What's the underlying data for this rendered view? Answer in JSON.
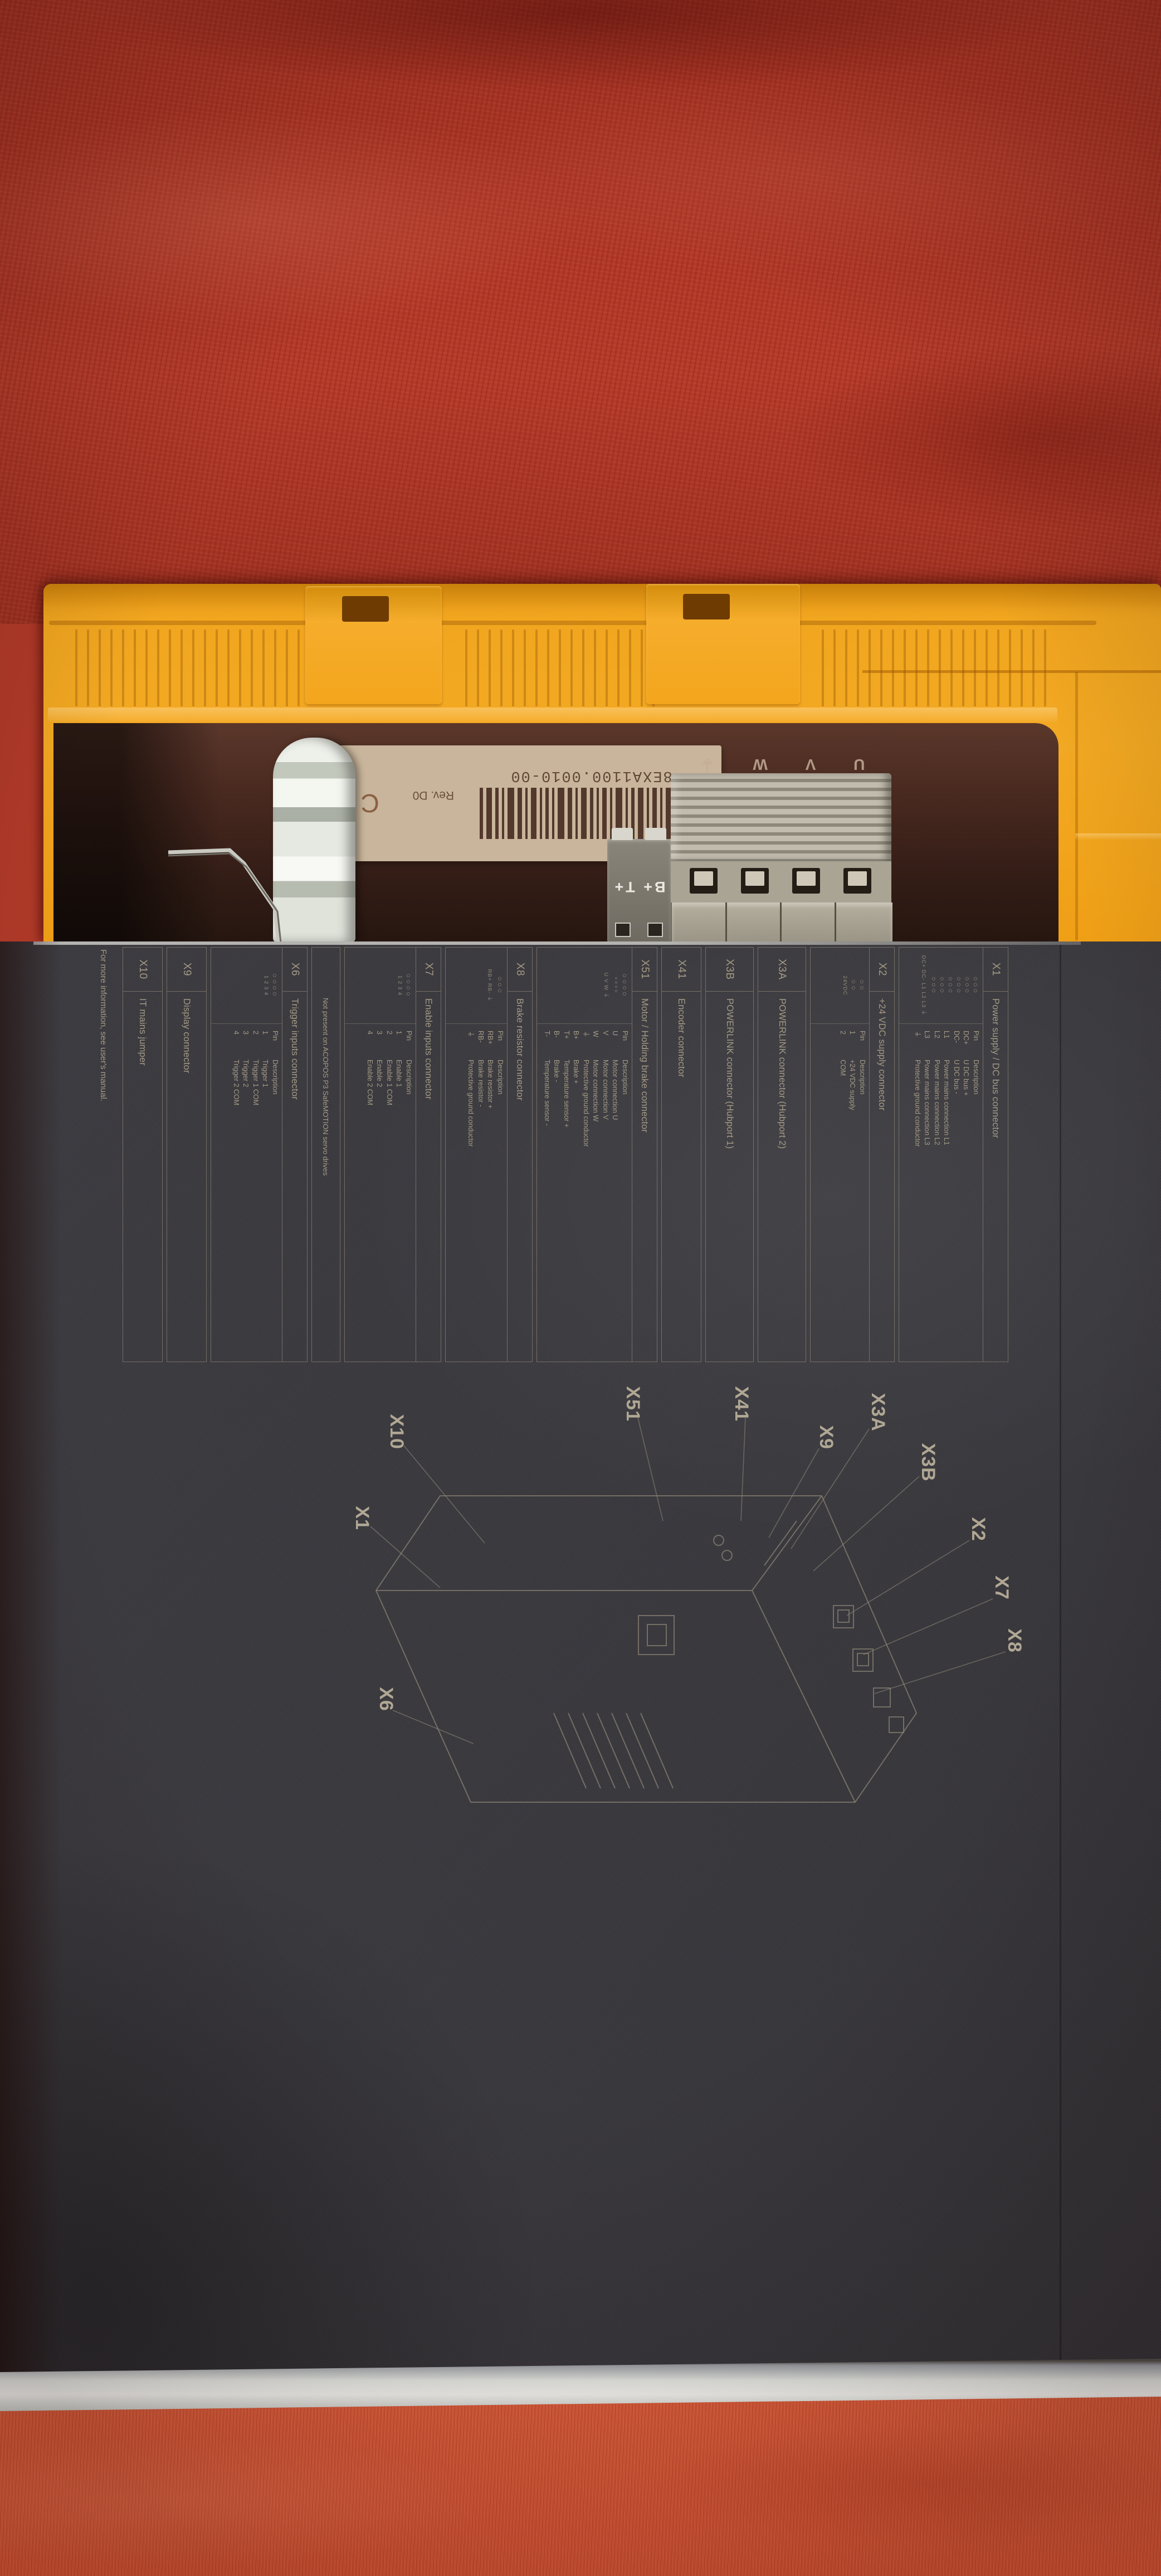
{
  "device": {
    "label": {
      "part_number": "8EXA1100.0010-00",
      "rev": "Rev. D0",
      "ce_mark": "CE"
    },
    "housing_print": "U V W ⏚",
    "brake_plug_print": "B+ T+"
  },
  "panel": {
    "pin_header": {
      "pin": "Pin",
      "desc": "Description"
    },
    "sections": [
      {
        "id": "X1",
        "title": "Power supply / DC bus connector",
        "ports": "○○○\n○○○\n○○○\n○○○\n○○○\n○○○",
        "diagram": "DC+ DC- L1 L2 L3 ⏚",
        "pins": [
          {
            "p": "DC+",
            "d": "U DC bus +"
          },
          {
            "p": "DC-",
            "d": "U DC bus -"
          },
          {
            "p": "L1",
            "d": "Power mains connection L1"
          },
          {
            "p": "L2",
            "d": "Power mains connection L2"
          },
          {
            "p": "L3",
            "d": "Power mains connection L3"
          },
          {
            "p": "⏚",
            "d": "Protective ground conductor"
          }
        ]
      },
      {
        "id": "X2",
        "title": "+24 VDC supply connector",
        "ports": "○○\n○○",
        "diagram": "24VDC",
        "pins": [
          {
            "p": "1",
            "d": "+24 VDC supply"
          },
          {
            "p": "2",
            "d": "COM"
          }
        ]
      },
      {
        "id": "X3A",
        "title": "POWERLINK connector (Hubport 2)"
      },
      {
        "id": "X3B",
        "title": "POWERLINK connector (Hubport 1)"
      },
      {
        "id": "X41",
        "title": "Encoder connector"
      },
      {
        "id": "X51",
        "title": "Motor / Holding brake connector",
        "ports": "○○○○\n▫▫▫▫",
        "diagram": "U V W ⏚",
        "pins": [
          {
            "p": "U",
            "d": "Motor connection U"
          },
          {
            "p": "V",
            "d": "Motor connection V"
          },
          {
            "p": "W",
            "d": "Motor connection W"
          },
          {
            "p": "⏚",
            "d": "Protective ground conductor"
          },
          {
            "p": "B+",
            "d": "Brake +"
          },
          {
            "p": "T+",
            "d": "Temperature sensor +"
          },
          {
            "p": "B-",
            "d": "Brake -"
          },
          {
            "p": "T-",
            "d": "Temperature sensor -"
          }
        ]
      },
      {
        "id": "X8",
        "title": "Brake resistor connector",
        "ports": "○○○",
        "diagram": "RB+ RB- ⏚",
        "pins": [
          {
            "p": "RB+",
            "d": "Brake resistor +"
          },
          {
            "p": "RB-",
            "d": "Brake resistor -"
          },
          {
            "p": "⏚",
            "d": "Protective ground conductor"
          }
        ]
      },
      {
        "id": "X7",
        "title": "Enable inputs connector",
        "ports": "○○○○",
        "diagram": "1 2 3 4",
        "pins": [
          {
            "p": "1",
            "d": "Enable 1"
          },
          {
            "p": "2",
            "d": "Enable 1 COM"
          },
          {
            "p": "3",
            "d": "Enable 2"
          },
          {
            "p": "4",
            "d": "Enable 2 COM"
          }
        ]
      },
      {
        "id": "X6",
        "title": "Trigger inputs connector",
        "ports": "○○○○",
        "diagram": "1 2 3 4",
        "pins": [
          {
            "p": "1",
            "d": "Trigger 1"
          },
          {
            "p": "2",
            "d": "Trigger 1 COM"
          },
          {
            "p": "3",
            "d": "Trigger 2"
          },
          {
            "p": "4",
            "d": "Trigger 2 COM"
          }
        ]
      },
      {
        "id": "X9",
        "title": "Display connector"
      },
      {
        "id": "X10",
        "title": "IT mains jumper"
      }
    ],
    "safemotion_note": "Not present on ACOPOS P3 SafeMOTION servo drives",
    "footnote": "For more information, see user's manual.",
    "callouts": [
      "X51",
      "X41",
      "X9",
      "X3A",
      "X3B",
      "X2",
      "X7",
      "X8",
      "X10",
      "X1",
      "X6"
    ]
  },
  "colors": {
    "cover_orange": "#f2a61f",
    "panel_gray": "#39383d",
    "engraving": "#a49a85",
    "carpet_top": "#b23a29",
    "carpet_bottom": "#e0603d"
  }
}
